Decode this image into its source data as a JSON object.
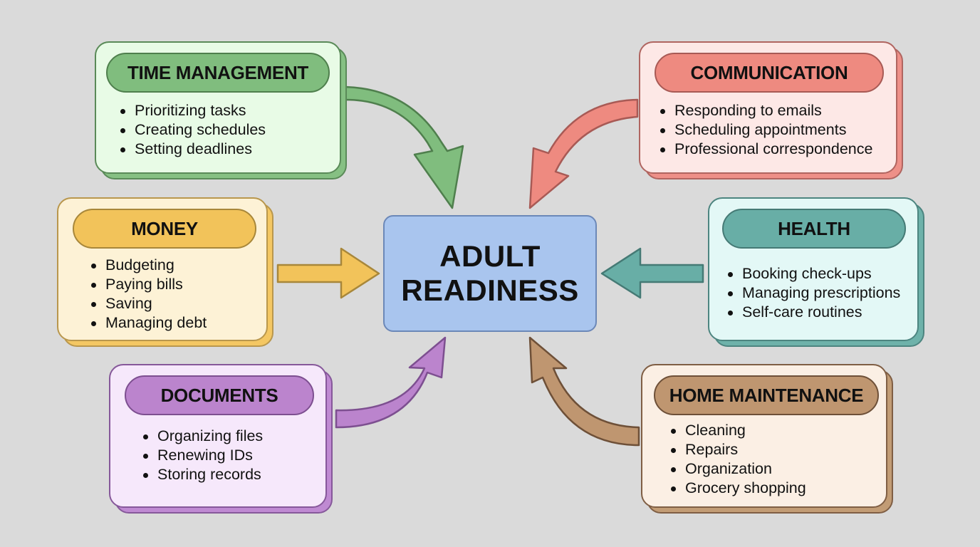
{
  "diagram": {
    "center": {
      "line1": "ADULT",
      "line2": "READINESS",
      "color": "#a9c5ee"
    },
    "categories": [
      {
        "id": "time-management",
        "title": "TIME MANAGEMENT",
        "color": "#80bd7e",
        "position": "top-left",
        "items": [
          "Prioritizing tasks",
          "Creating schedules",
          "Setting deadlines"
        ]
      },
      {
        "id": "communication",
        "title": "COMMUNICATION",
        "color": "#ee8a80",
        "position": "top-right",
        "items": [
          "Responding to emails",
          "Scheduling appointments",
          "Professional correspondence"
        ]
      },
      {
        "id": "money",
        "title": "MONEY",
        "color": "#f2c35a",
        "position": "middle-left",
        "items": [
          "Budgeting",
          "Paying bills",
          "Saving",
          "Managing debt"
        ]
      },
      {
        "id": "health",
        "title": "HEALTH",
        "color": "#68aea6",
        "position": "middle-right",
        "items": [
          "Booking check-ups",
          "Managing prescriptions",
          "Self-care routines"
        ]
      },
      {
        "id": "documents",
        "title": "DOCUMENTS",
        "color": "#bb84cd",
        "position": "bottom-left",
        "items": [
          "Organizing files",
          "Renewing IDs",
          "Storing records"
        ]
      },
      {
        "id": "home-maintenance",
        "title": "HOME MAINTENANCE",
        "color": "#bf9670",
        "position": "bottom-right",
        "items": [
          "Cleaning",
          "Repairs",
          "Organization",
          "Grocery shopping"
        ]
      }
    ],
    "arrows": [
      {
        "from": "time-management",
        "to": "center",
        "shape": "curved",
        "color": "#80bd7e"
      },
      {
        "from": "communication",
        "to": "center",
        "shape": "curved",
        "color": "#ee8a80"
      },
      {
        "from": "money",
        "to": "center",
        "shape": "straight",
        "color": "#f2c35a"
      },
      {
        "from": "health",
        "to": "center",
        "shape": "straight",
        "color": "#68aea6"
      },
      {
        "from": "documents",
        "to": "center",
        "shape": "curved",
        "color": "#bb84cd"
      },
      {
        "from": "home-maintenance",
        "to": "center",
        "shape": "curved",
        "color": "#bf9670"
      }
    ]
  }
}
